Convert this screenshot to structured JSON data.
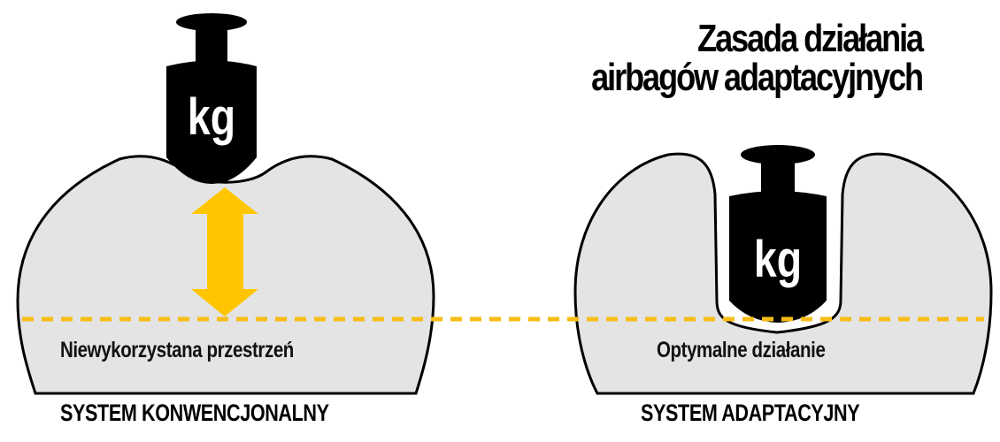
{
  "title": {
    "line1": "Zasada działania",
    "line2": "airbagów adaptacyjnych"
  },
  "colors": {
    "airbag_fill": "#e4e4e4",
    "outline": "#000000",
    "weight": "#000000",
    "arrow_yellow": "#ffc600",
    "dashed_line": "#f7bd16",
    "text": "#111111"
  },
  "left_panel": {
    "weight_label": "kg",
    "inner_label": "Niewykorzystana przestrzeń",
    "caption": "SYSTEM KONWENCJONALNY",
    "icons": [
      "weight-icon",
      "double-arrow-icon"
    ]
  },
  "right_panel": {
    "weight_label": "kg",
    "inner_label": "Optymalne działanie",
    "caption": "SYSTEM ADAPTACYJNY",
    "icons": [
      "weight-icon"
    ]
  }
}
